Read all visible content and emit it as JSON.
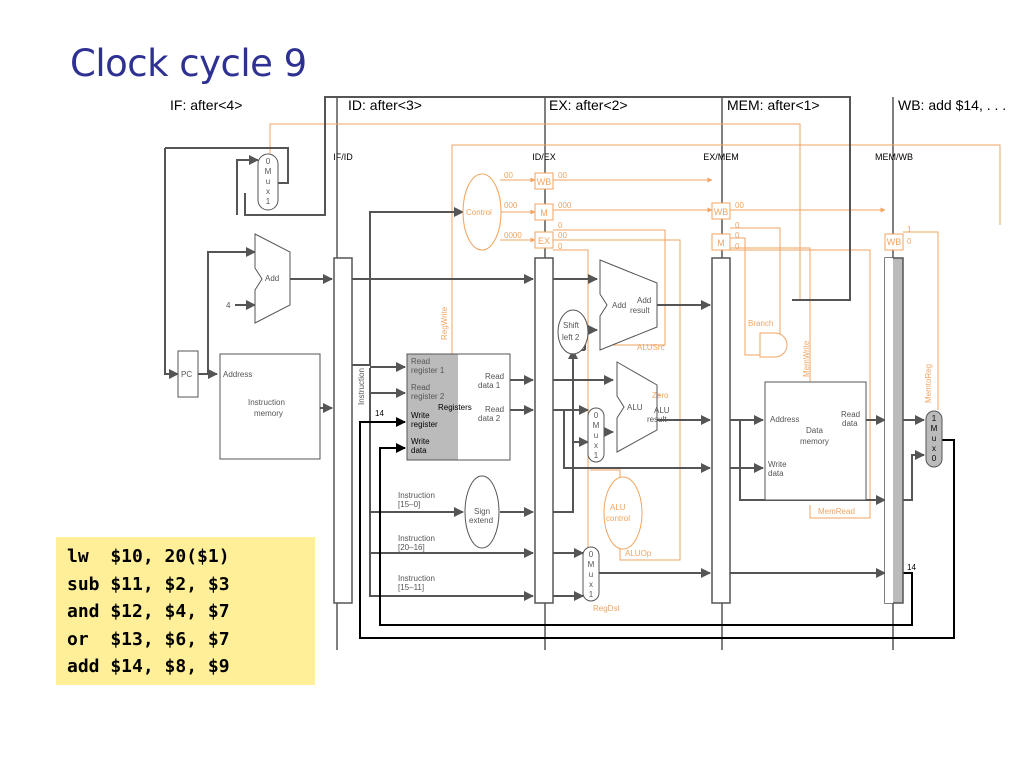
{
  "title": "Clock cycle 9",
  "stages": {
    "if": "IF: after<4>",
    "id": "ID: after<3>",
    "ex": "EX: after<2>",
    "mem": "MEM: after<1>",
    "wb": "WB: add $14, . . ."
  },
  "pipeline_registers": {
    "ifid": "IF/ID",
    "idex": "ID/EX",
    "exmem": "EX/MEM",
    "memwb": "MEM/WB"
  },
  "fields": {
    "wb": "WB",
    "m": "M",
    "ex": "EX"
  },
  "components": {
    "mux": [
      "0",
      "M",
      "u",
      "x",
      "1"
    ],
    "mux_reversed": [
      "1",
      "M",
      "u",
      "x",
      "0"
    ],
    "add": "Add",
    "add_result": [
      "Add",
      "result"
    ],
    "four": "4",
    "pc": "PC",
    "address": "Address",
    "instruction_memory": [
      "Instruction",
      "memory"
    ],
    "instruction": "Instruction",
    "control": "Control",
    "read_register_1": [
      "Read",
      "register 1"
    ],
    "read_register_2": [
      "Read",
      "register 2"
    ],
    "write_register": [
      "Write",
      "register"
    ],
    "write_data": [
      "Write",
      "data"
    ],
    "registers": "Registers",
    "read_data_1": [
      "Read",
      "data 1"
    ],
    "read_data_2": [
      "Read",
      "data 2"
    ],
    "shift_left_2": [
      "Shift",
      "left 2"
    ],
    "alu": "ALU",
    "zero": "Zero",
    "alu_result": [
      "ALU",
      "result"
    ],
    "alu_control": [
      "ALU",
      "control"
    ],
    "sign_extend": [
      "Sign",
      "extend"
    ],
    "instr_15_0": [
      "Instruction",
      "[15–0]"
    ],
    "instr_20_16": [
      "Instruction",
      "[20–16]"
    ],
    "instr_15_11": [
      "Instruction",
      "[15–11]"
    ],
    "data_memory": [
      "Data",
      "memory"
    ],
    "read_data": [
      "Read",
      "data"
    ],
    "write_data_mem": [
      "Write",
      "data"
    ]
  },
  "control_signals": {
    "reg_write": "RegWrite",
    "alu_src": "ALUSrc",
    "alu_op": "ALUOp",
    "reg_dst": "RegDst",
    "branch": "Branch",
    "mem_write": "MemWrite",
    "mem_read": "MemRead",
    "mem_to_reg": "MemtoReg"
  },
  "control_values": {
    "ctrl_wb": "00",
    "ctrl_m": "000",
    "ctrl_ex": "0000",
    "idex_wb": "00",
    "idex_m": "000",
    "idex_ex_a": "0",
    "idex_ex_b": "00",
    "idex_ex_c": "0",
    "exmem_wb": "00",
    "exmem_m_a": "0",
    "exmem_m_b": "0",
    "exmem_m_c": "0",
    "memwb_a": "1",
    "memwb_b": "0",
    "reg_num_id": "14",
    "reg_num_wb": "14"
  },
  "code": [
    "lw  $10, 20($1)",
    "sub $11, $2, $3",
    "and $12, $4, $7",
    "or  $13, $6, $7",
    "add $14, $8, $9"
  ],
  "colors": {
    "title": "#2e3192",
    "active": "#555555",
    "control": "#f0a561",
    "highlight": "#000000",
    "code_box": "#ffef99",
    "register_shade": "#bbbbbb"
  }
}
